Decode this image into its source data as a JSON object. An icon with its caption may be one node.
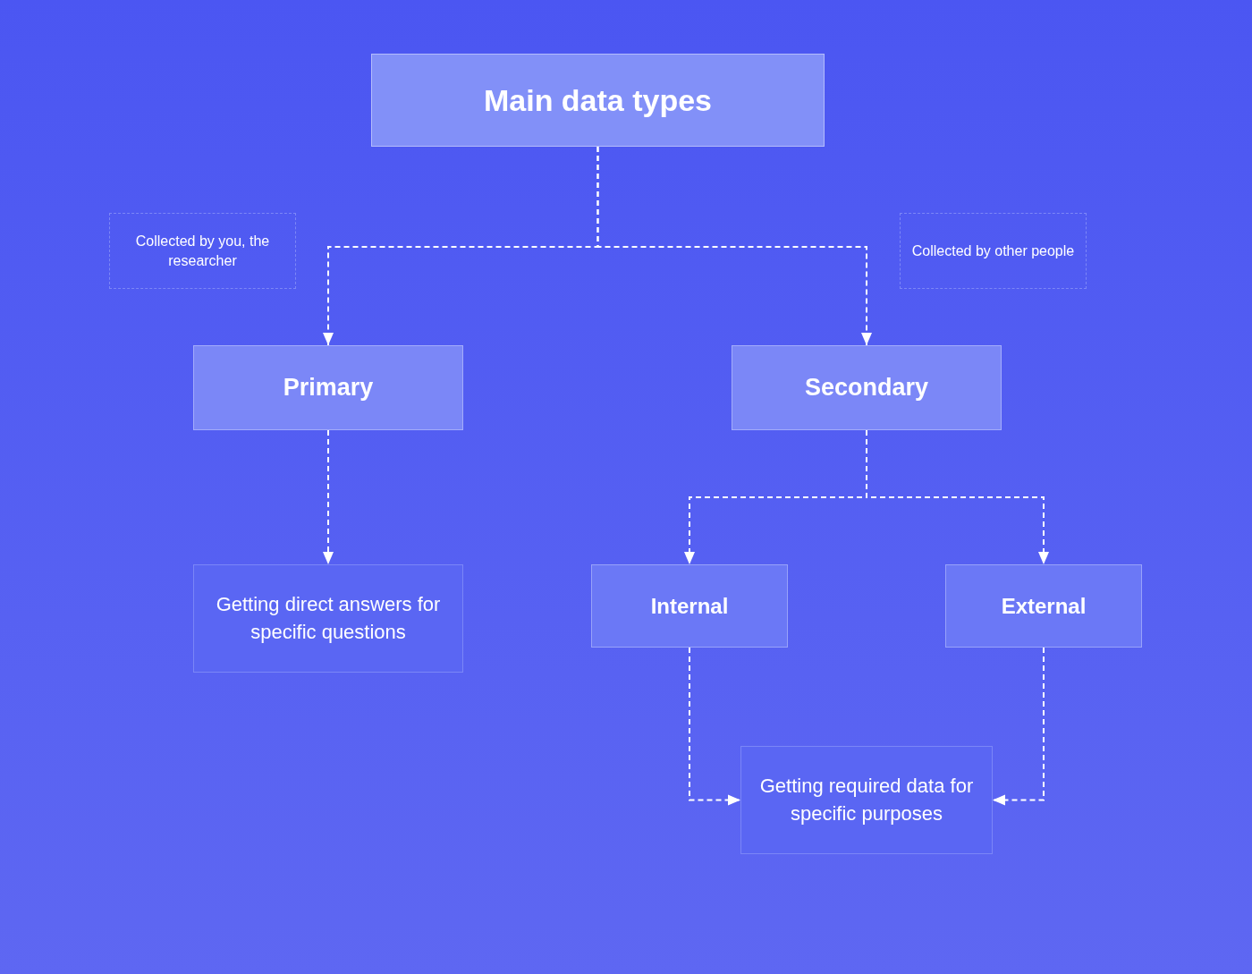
{
  "diagram": {
    "nodes": [
      {
        "text": [
          "Main data types"
        ]
      },
      {
        "text": [
          "Collected by you, the researcher"
        ]
      },
      {
        "text": [
          "Collected by other people"
        ]
      },
      {
        "text": [
          "Primary"
        ]
      },
      {
        "text": [
          "Secondary"
        ]
      },
      {
        "text": [
          "Getting direct answers for specific questions"
        ]
      },
      {
        "text": [
          "Internal"
        ]
      },
      {
        "text": [
          "External"
        ]
      },
      {
        "text": [
          "Getting required data for specific purposes"
        ]
      }
    ],
    "edges": [
      {
        "from": 0,
        "to": 3,
        "arrow": "to",
        "style": "dashed"
      },
      {
        "from": 0,
        "to": 4,
        "arrow": "to",
        "style": "dashed"
      },
      {
        "from": 3,
        "to": 5,
        "arrow": "to",
        "style": "dashed"
      },
      {
        "from": 4,
        "to": 6,
        "arrow": "to",
        "style": "dashed"
      },
      {
        "from": 4,
        "to": 7,
        "arrow": "to",
        "style": "dashed"
      },
      {
        "from": 6,
        "to": 8,
        "arrow": "to",
        "style": "dashed"
      },
      {
        "from": 7,
        "to": 8,
        "arrow": "to",
        "style": "dashed"
      }
    ]
  }
}
